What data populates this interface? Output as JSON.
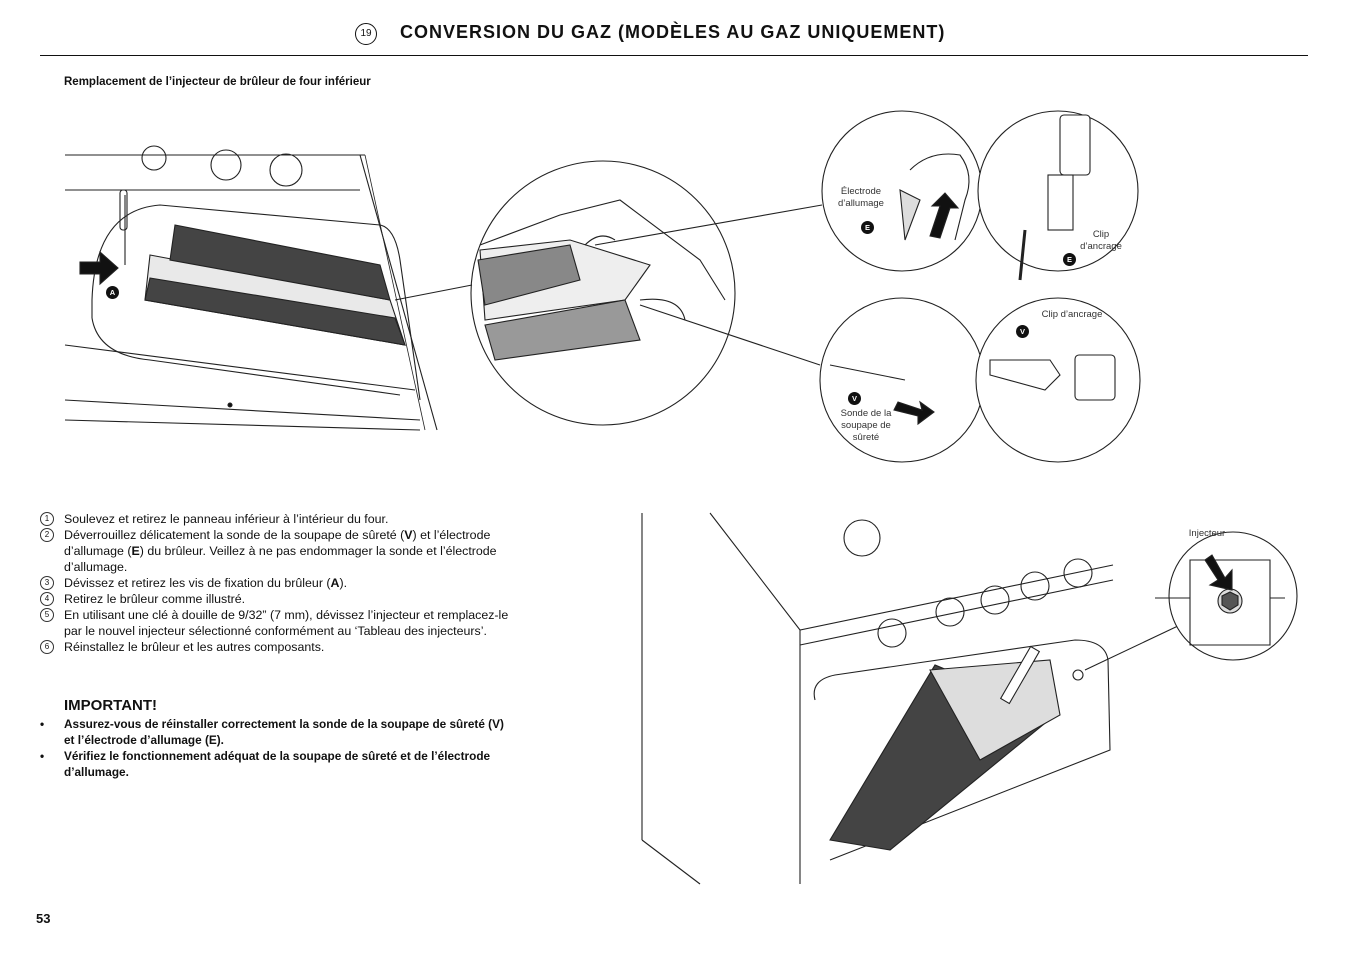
{
  "header": {
    "chapter_number": "19",
    "title": "CONVERSION DU GAZ (MODÈLES AU GAZ UNIQUEMENT)"
  },
  "section": {
    "heading": "Remplacement de l’injecteur de brûleur de four inférieur"
  },
  "figure_labels": {
    "badge_a": "A",
    "badge_e": "E",
    "badge_v": "V",
    "ignition_electrode": "Électrode d’allumage",
    "anchor_clip_top": "Clip d’ancrage",
    "anchor_clip_bottom": "Clip d’ancrage",
    "safety_valve_probe": "Sonde de la soupape de sûreté",
    "injector": "Injecteur"
  },
  "steps": [
    {
      "num": "1",
      "text": "Soulevez et retirez le panneau inférieur à l’intérieur du four."
    },
    {
      "num": "2",
      "pre": "Déverrouillez délicatement la sonde de la soupape de sûreté (",
      "bold1": "V",
      "mid": ") et l’électrode d’allumage (",
      "bold2": "E",
      "post": ") du brûleur. Veillez à ne pas endommager la sonde et l’électrode d’allumage."
    },
    {
      "num": "3",
      "pre": "Dévissez et retirez les vis de fixation du brûleur (",
      "bold1": "A",
      "post": ")."
    },
    {
      "num": "4",
      "text": "Retirez le brûleur comme illustré."
    },
    {
      "num": "5",
      "text": "En utilisant une clé à douille de 9/32” (7 mm), dévissez l’injecteur et remplacez-le par le nouvel injecteur sélectionné conformément au ‘Tableau des injecteurs’."
    },
    {
      "num": "6",
      "text": "Réinstallez le brûleur et les autres composants."
    }
  ],
  "important": {
    "title": "IMPORTANT!",
    "items": [
      "Assurez-vous de réinstaller correctement la sonde de la soupape de sûreté (V) et l’électrode d’allumage (E).",
      "Vérifiez le fonctionnement adéquat de la soupape de sûreté et de l’électrode d’allumage."
    ]
  },
  "page_number": "53"
}
